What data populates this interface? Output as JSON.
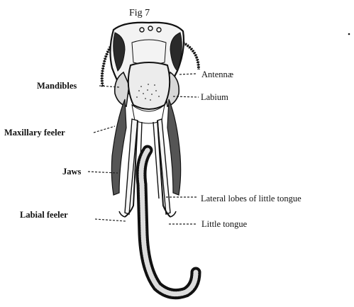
{
  "figure": {
    "title": "Fig 7",
    "labels": {
      "mandibles": "Mandibles",
      "maxillary_feeler": "Maxillary feeler",
      "jaws": "Jaws",
      "labial_feeler": "Labial feeler",
      "antennae": "Antennæ",
      "labium": "Labium",
      "lateral_lobes": "Lateral lobes of little tongue",
      "little_tongue": "Little tongue"
    }
  }
}
